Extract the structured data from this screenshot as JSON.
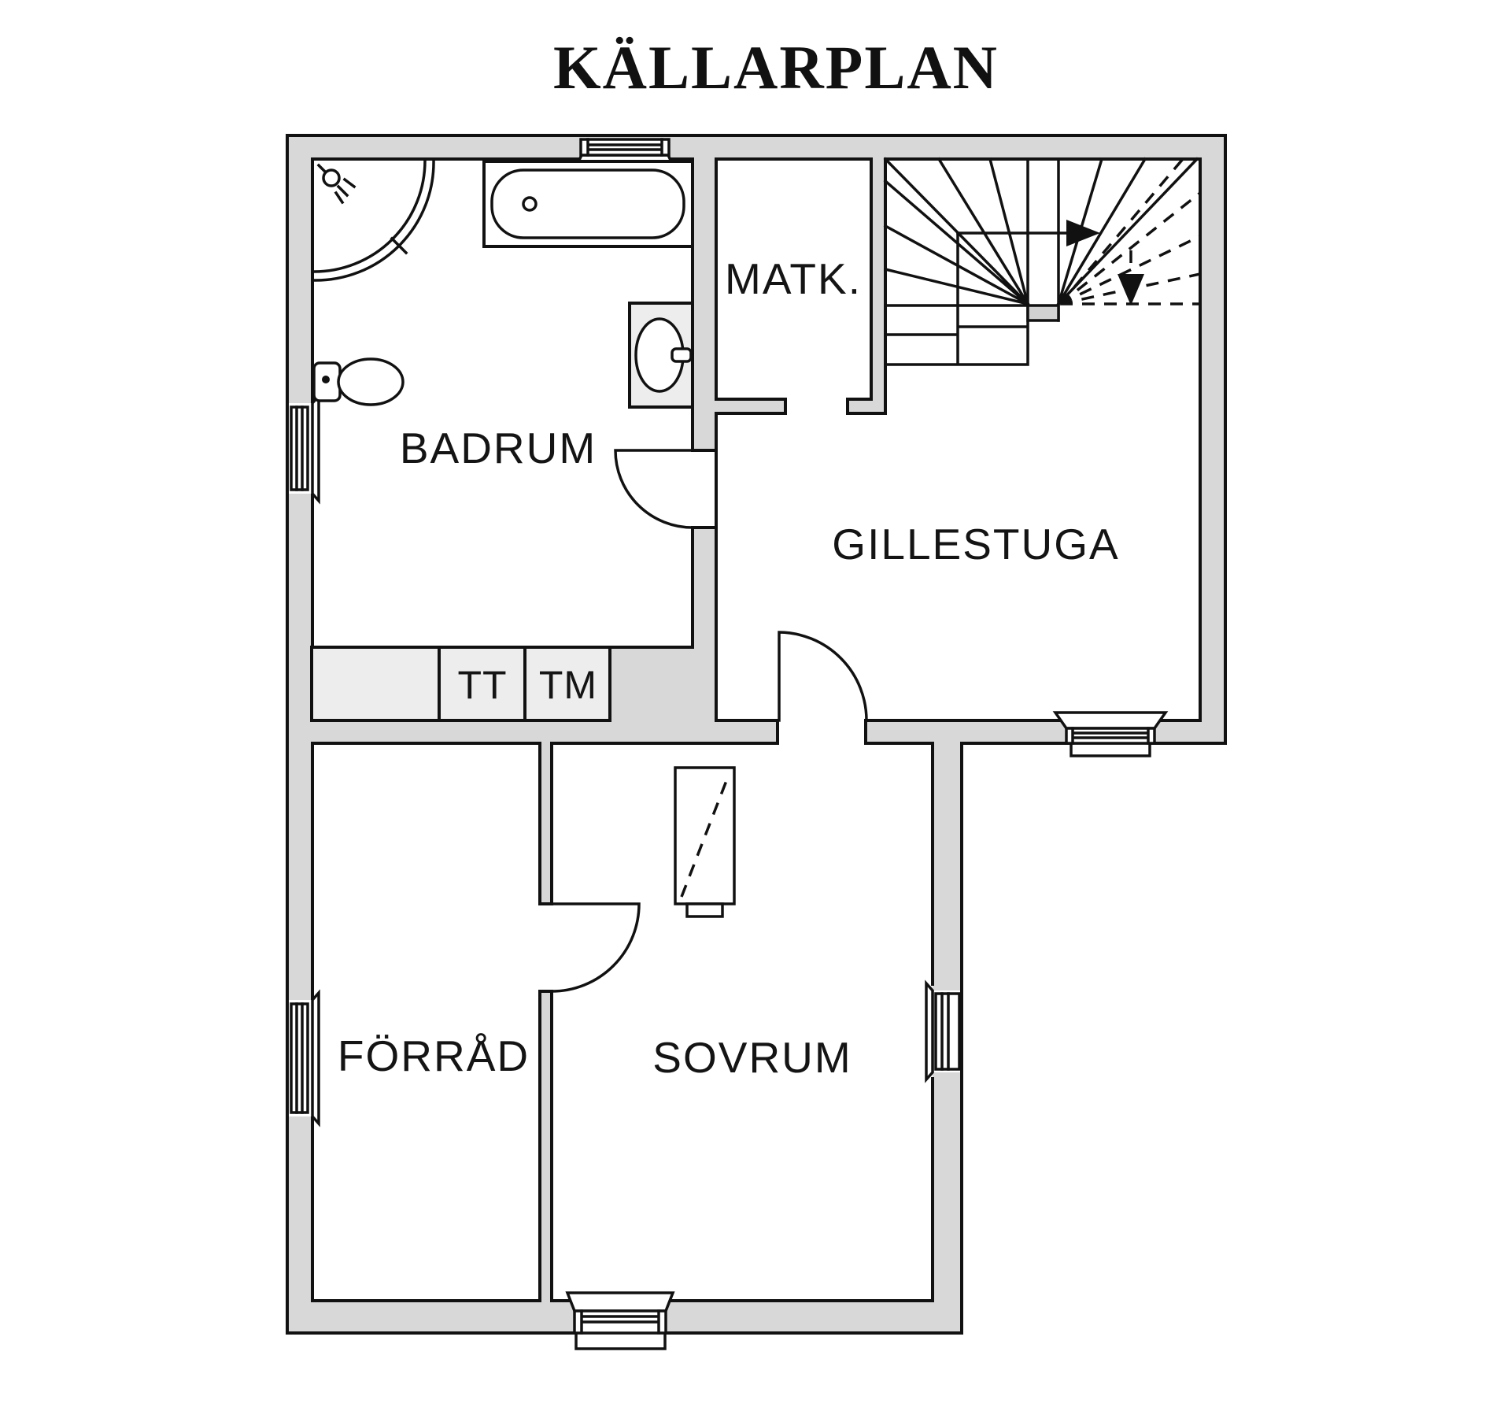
{
  "title": "KÄLLARPLAN",
  "rooms": {
    "badrum": "BADRUM",
    "matk": "MATK.",
    "gillestuga": "GILLESTUGA",
    "forrad": "FÖRRÅD",
    "sovrum": "SOVRUM"
  },
  "appliances": {
    "tumble_dryer": "TT",
    "washing_machine": "TM"
  },
  "fixtures": [
    "corner-shower",
    "bathtub",
    "washbasin",
    "toilet",
    "counter",
    "mirror",
    "winder-staircase"
  ],
  "stairs": {
    "up_direction": "right",
    "down_direction": "down"
  },
  "colors": {
    "wall_fill": "#d8d8d8",
    "appliance_fill": "#ededed",
    "line": "#111111",
    "background": "#ffffff"
  }
}
